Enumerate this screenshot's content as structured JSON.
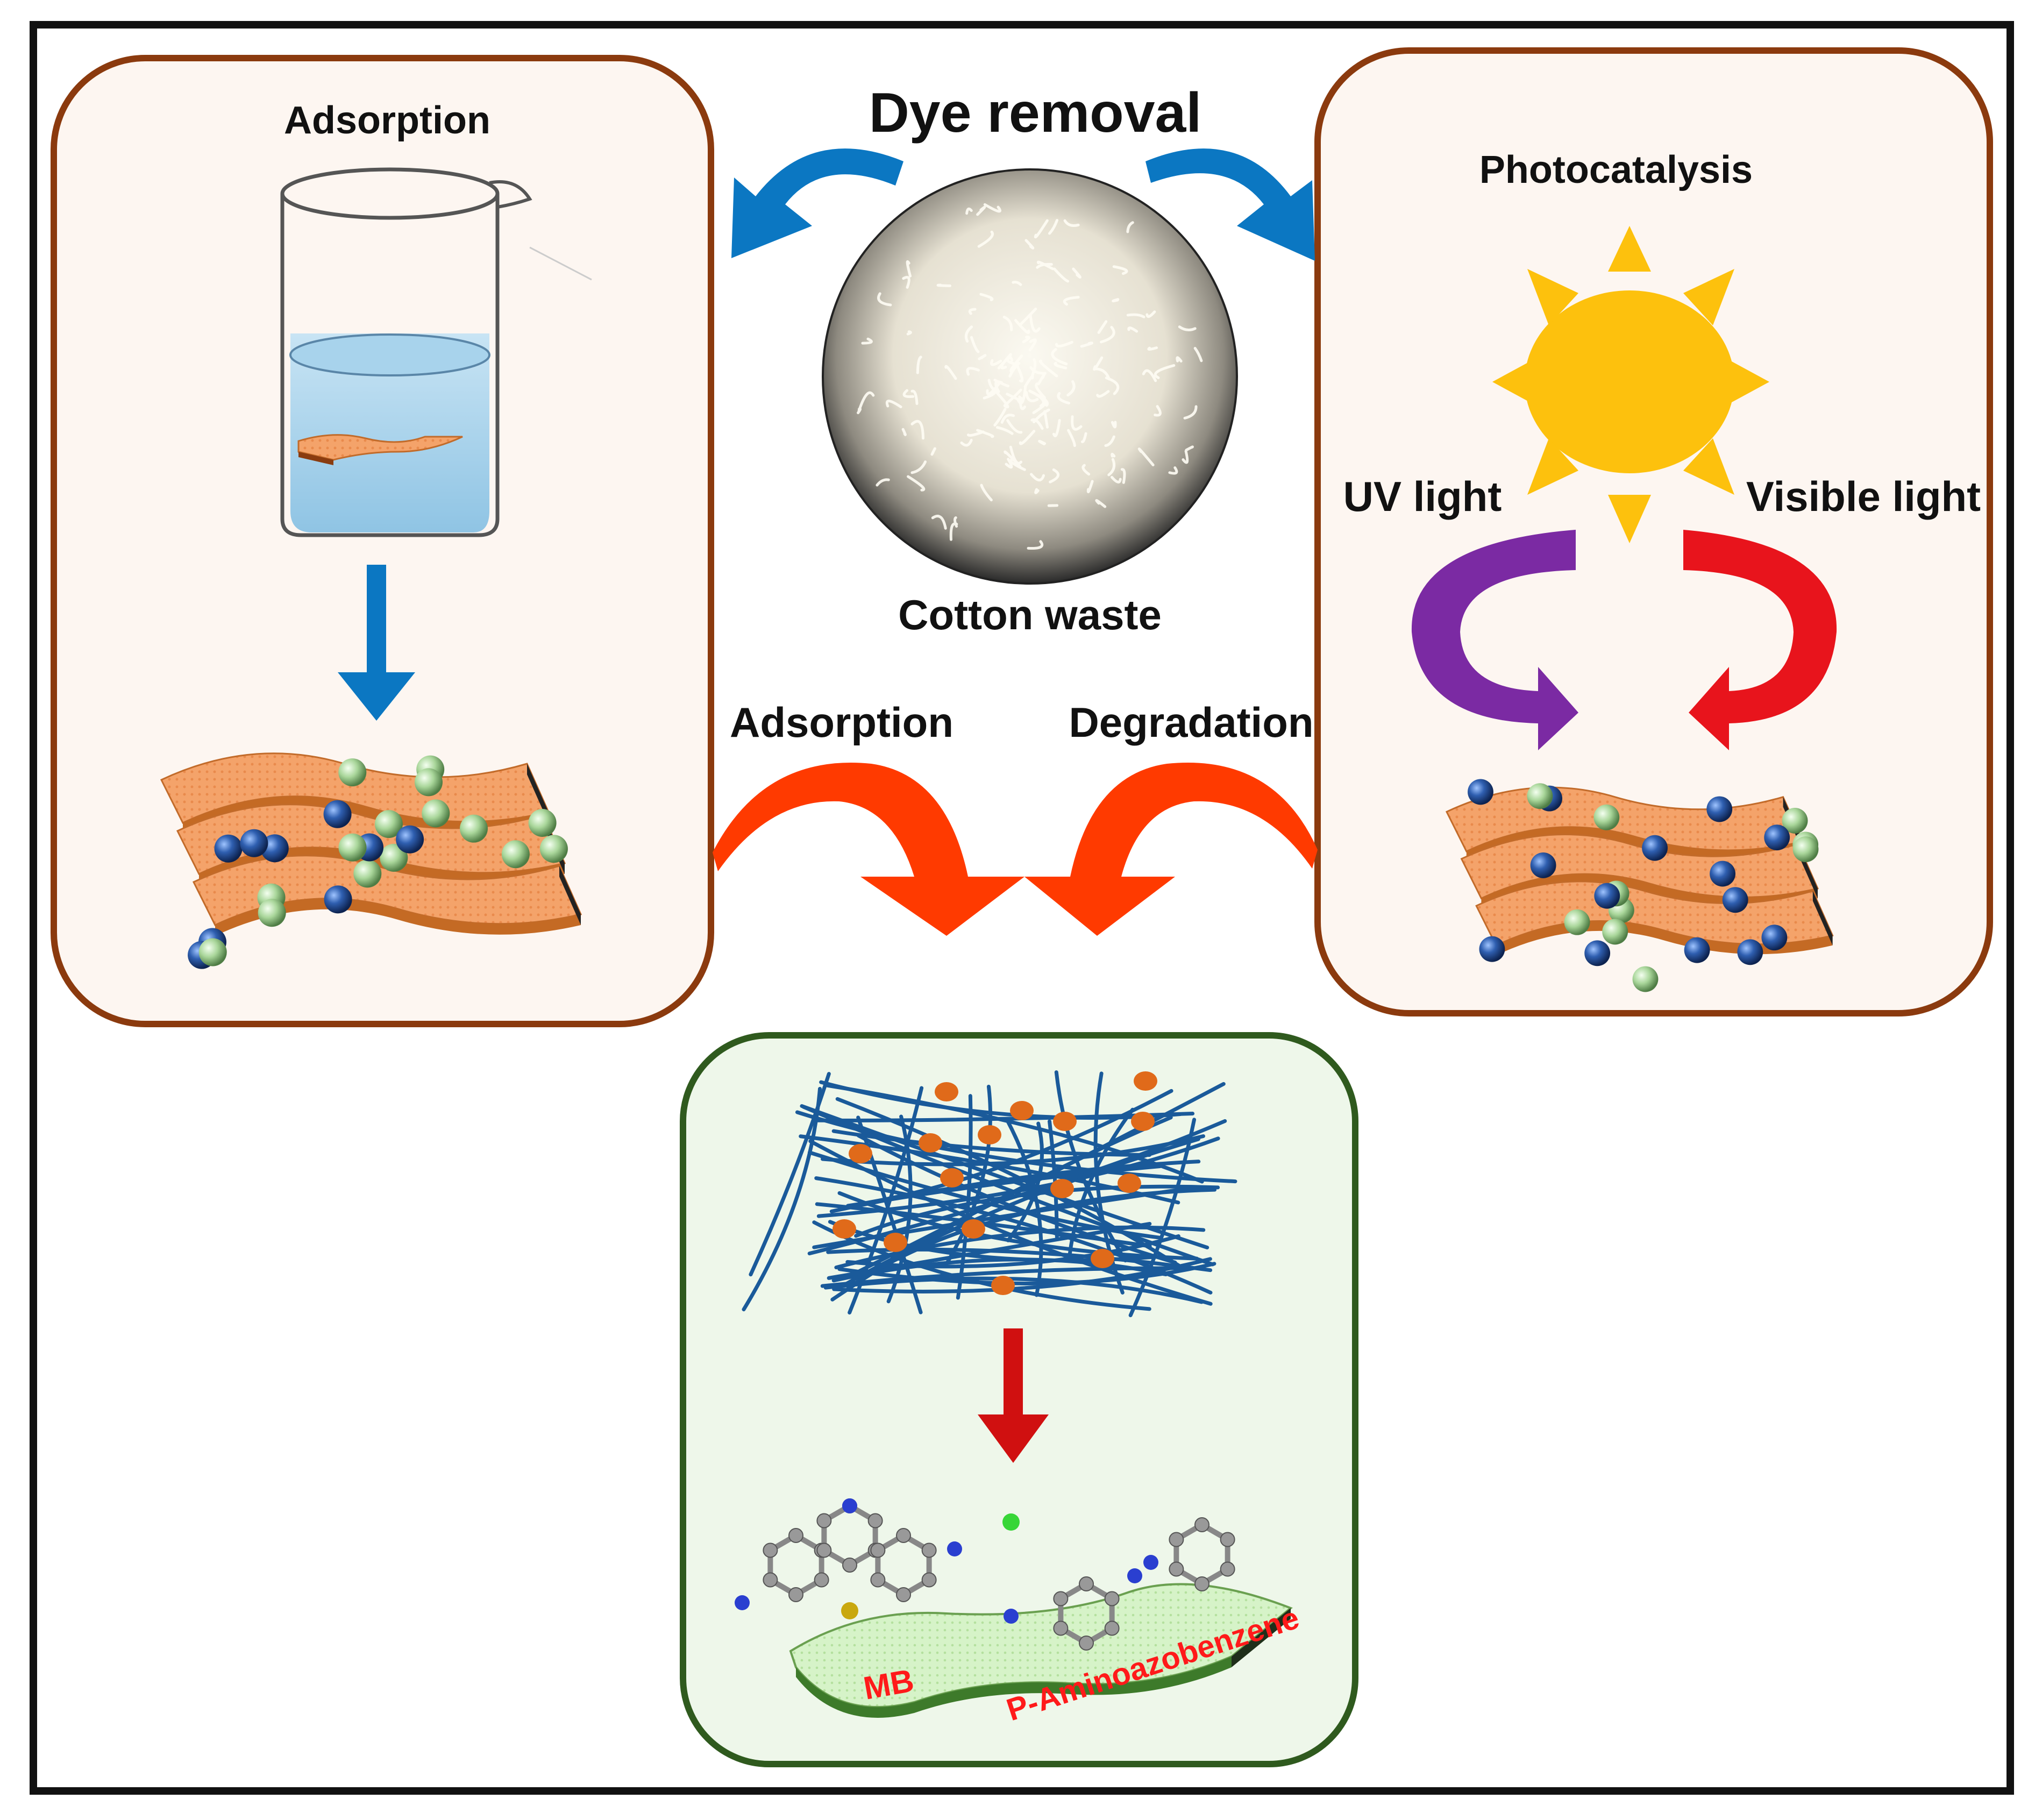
{
  "title": "Dye removal",
  "center": {
    "label": "Cotton waste"
  },
  "adsorption_panel": {
    "title": "Adsorption"
  },
  "photocatalysis_panel": {
    "title": "Photocatalysis",
    "uv_label": "UV light",
    "visible_label": "Visible light"
  },
  "flow_labels": {
    "left": "Adsorption",
    "right": "Degradation"
  },
  "bottom_panel": {
    "mb_label": "MB",
    "pab_label": "P-Aminoazobenzene"
  },
  "colors": {
    "panel_border": "#8b3a0e",
    "panel_fill": "#fdf5f0",
    "bottom_border": "#2f5a1e",
    "bottom_fill": "#eef7ea",
    "blue_arrow": "#0b77c2",
    "orange_arrow": "#ff3a00",
    "uv_arrow": "#7a2aa0",
    "visible_arrow": "#e8141c",
    "sun": "#fdc10d",
    "sheet": "#f0a060",
    "fiber": "#1a5a9a",
    "dot": "#e06a1a",
    "label_red": "#ff1a1a"
  }
}
